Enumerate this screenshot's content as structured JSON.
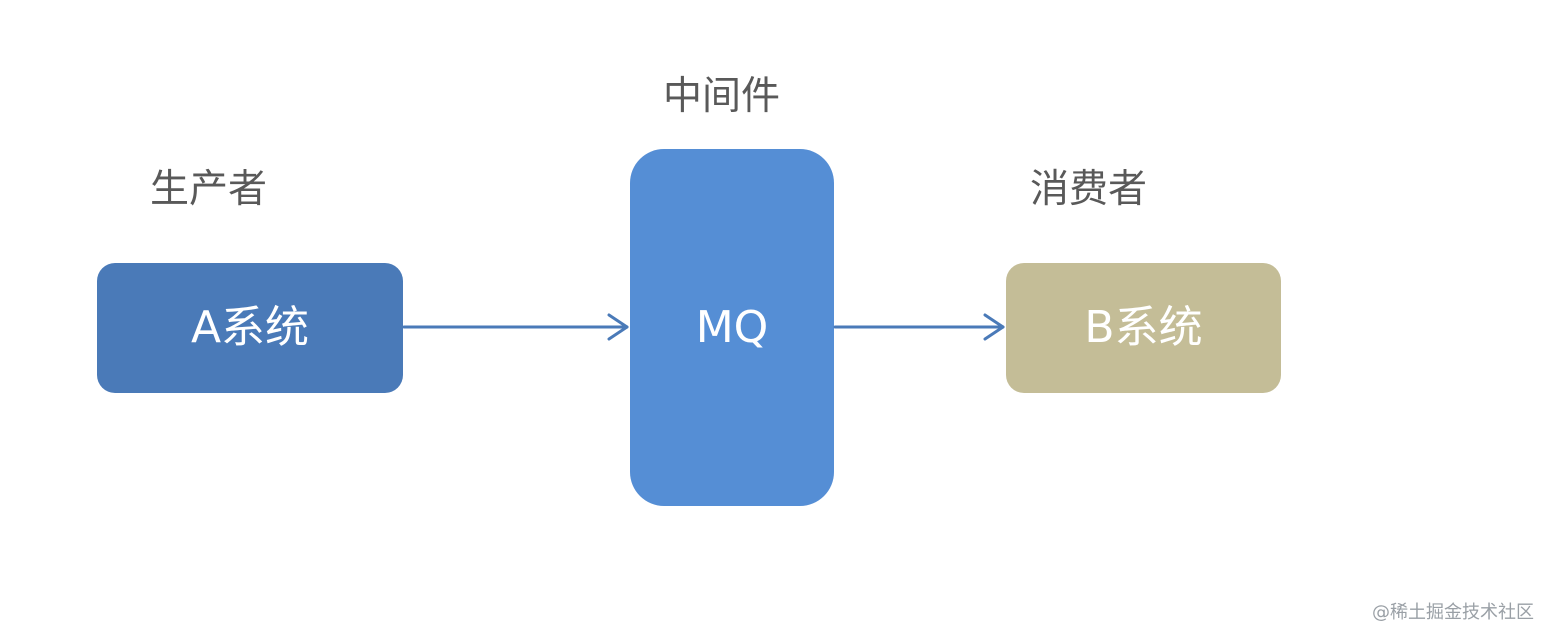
{
  "labels": {
    "producer": "生产者",
    "middleware": "中间件",
    "consumer": "消费者"
  },
  "nodes": {
    "a_system": "A系统",
    "mq": "MQ",
    "b_system": "B系统"
  },
  "colors": {
    "a_system": "#4a7ab8",
    "mq": "#558ed5",
    "b_system": "#c4bd97",
    "arrow": "#4a7ab8",
    "label_text": "#595959"
  },
  "watermark": "@稀土掘金技术社区"
}
